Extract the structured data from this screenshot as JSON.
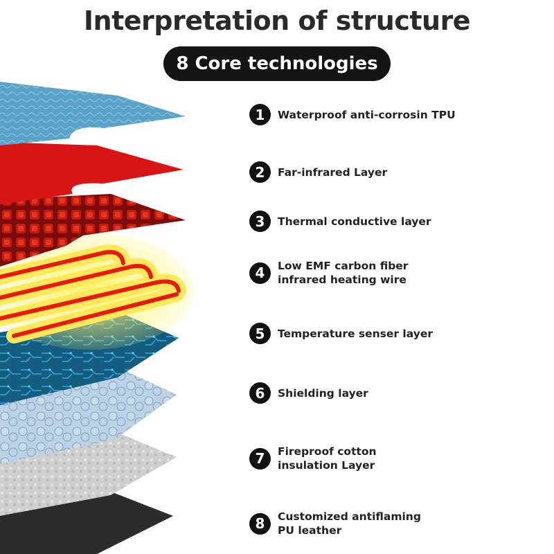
{
  "header": {
    "title": "Interpretation of structure",
    "subtitle": "8 Core technologies"
  },
  "layers": [
    {
      "number": "1",
      "label": "Waterproof anti-corrosin TPU",
      "color": "#5aa3c8"
    },
    {
      "number": "2",
      "label": "Far-infrared Layer",
      "color": "#d81414"
    },
    {
      "number": "3",
      "label": "Thermal conductive layer",
      "color": "#8a1010"
    },
    {
      "number": "4",
      "label": "Low EMF carbon fiber infrared heating wire",
      "color": "#ff2a1a"
    },
    {
      "number": "5",
      "label": "Temperature senser layer",
      "color": "#145c80"
    },
    {
      "number": "6",
      "label": "Shielding layer",
      "color": "#a9c4dc"
    },
    {
      "number": "7",
      "label": "Fireproof cotton insulation Layer",
      "color": "#c8c8c8"
    },
    {
      "number": "8",
      "label": "Customized antiflaming PU leather",
      "color": "#2b2b2b"
    }
  ]
}
